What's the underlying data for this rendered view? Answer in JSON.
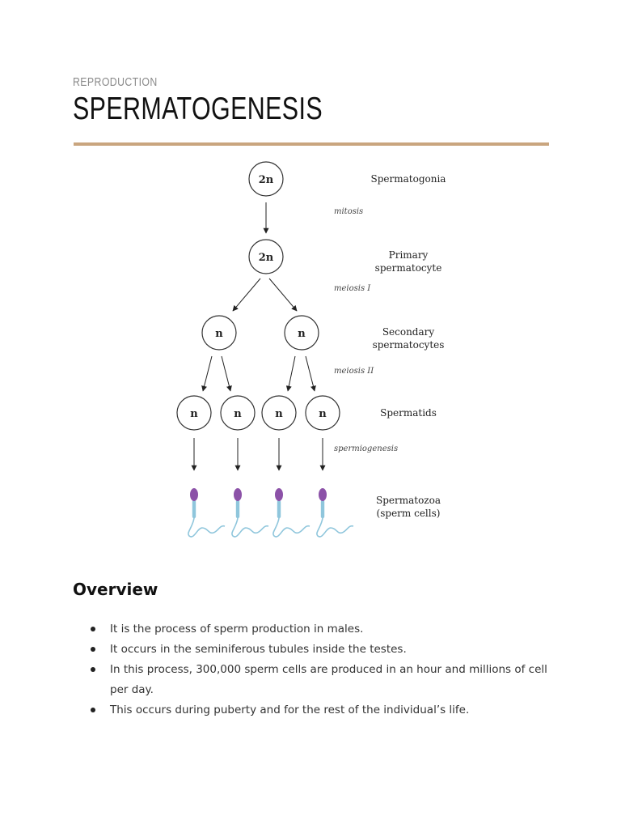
{
  "header": {
    "kicker": "REPRODUCTION",
    "title": "SPERMATOGENESIS"
  },
  "colors": {
    "rule": "#c9a57e",
    "sperm_head": "#8c52a8",
    "sperm_tail": "#8fc6dc"
  },
  "diagram": {
    "cells": {
      "spermatogonia": "2n",
      "primary": "2n",
      "secondary": "n",
      "spermatid": "n"
    },
    "stages": {
      "spermatogonia": "Spermatogonia",
      "primary_line1": "Primary",
      "primary_line2": "spermatocyte",
      "secondary_line1": "Secondary",
      "secondary_line2": "spermatocytes",
      "spermatids": "Spermatids",
      "spermatozoa_line1": "Spermatozoa",
      "spermatozoa_line2": "(sperm cells)"
    },
    "processes": {
      "mitosis": "mitosis",
      "meiosis1": "meiosis I",
      "meiosis2": "meiosis II",
      "spermiogenesis": "spermiogenesis"
    }
  },
  "overview": {
    "heading": "Overview",
    "bullets": [
      "It is the process of sperm production in males.",
      "It occurs in the seminiferous tubules inside the testes.",
      "In this process, 300,000 sperm cells are produced in an hour and millions of cell per day.",
      "This occurs during puberty and for the rest of the individual’s life."
    ]
  }
}
